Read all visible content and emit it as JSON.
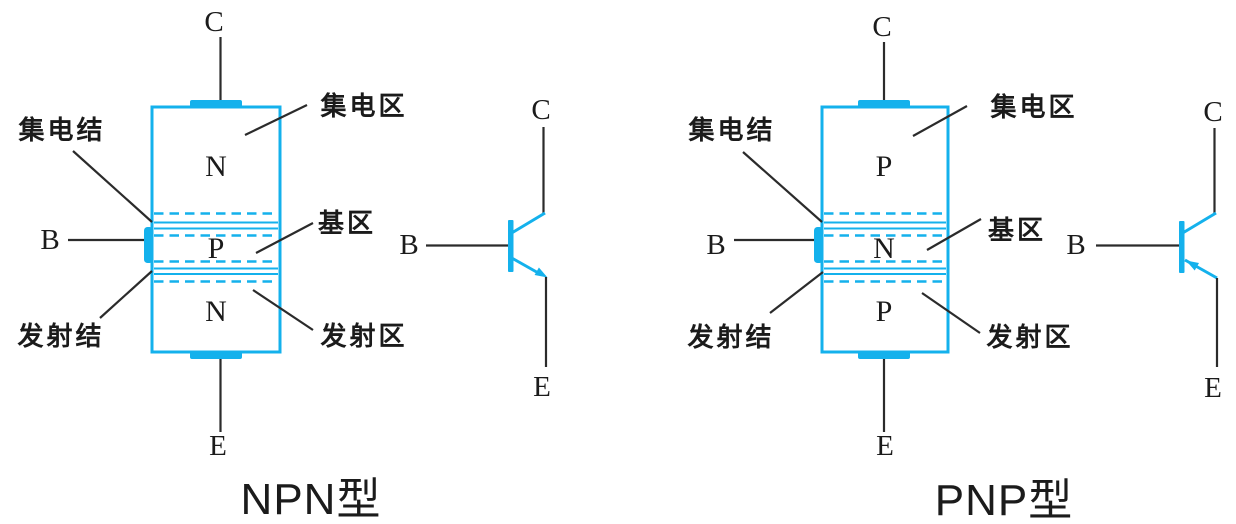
{
  "colors": {
    "cyan": "#14b1ec",
    "line": "#2b2b2b",
    "text": "#1b1b1b"
  },
  "npn": {
    "caption": "NPN型",
    "structure": {
      "collector_terminal": "C",
      "base_terminal": "B",
      "emitter_terminal": "E",
      "collector_region_type": "N",
      "base_region_type": "P",
      "emitter_region_type": "N",
      "collector_junction_label": "集电结",
      "collector_region_label": "集电区",
      "base_region_label": "基区",
      "emitter_junction_label": "发射结",
      "emitter_region_label": "发射区"
    },
    "symbol": {
      "collector_terminal": "C",
      "base_terminal": "B",
      "emitter_terminal": "E"
    }
  },
  "pnp": {
    "caption": "PNP型",
    "structure": {
      "collector_terminal": "C",
      "base_terminal": "B",
      "emitter_terminal": "E",
      "collector_region_type": "P",
      "base_region_type": "N",
      "emitter_region_type": "P",
      "collector_junction_label": "集电结",
      "collector_region_label": "集电区",
      "base_region_label": "基区",
      "emitter_junction_label": "发射结",
      "emitter_region_label": "发射区"
    },
    "symbol": {
      "collector_terminal": "C",
      "base_terminal": "B",
      "emitter_terminal": "E"
    }
  }
}
